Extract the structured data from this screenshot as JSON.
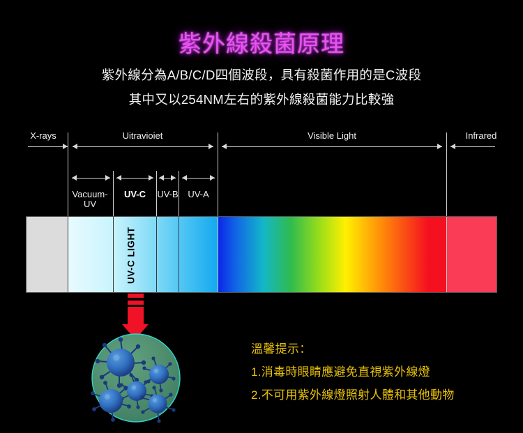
{
  "heading": {
    "title": "紫外線殺菌原理",
    "title_color": "#e754f0",
    "subtitle_line1": "紫外線分為A/B/C/D四個波段，具有殺菌作用的是C波段",
    "subtitle_line2": "其中又以254NM左右的紫外線殺菌能力比較強"
  },
  "spectrum": {
    "top_regions": [
      {
        "label": "X-rays"
      },
      {
        "label": "Uitravioiet"
      },
      {
        "label": "Visible Light"
      },
      {
        "label": "Infrared"
      }
    ],
    "uv_subbands": [
      {
        "label": "Vacuum-UV",
        "bold": false
      },
      {
        "label": "UV-C",
        "bold": true
      },
      {
        "label": "UV-B",
        "bold": false
      },
      {
        "label": "UV-A",
        "bold": false
      }
    ],
    "bar_label": "UV-C LIGHT",
    "bar_colors": {
      "xray": "#dcdcdc",
      "vacuum_uv_start": "#e8fbff",
      "vacuum_uv_end": "#c9f4fd",
      "uvc": "#7fd9f7",
      "uvb": "#55c8f4",
      "uva_end": "#14a9ee",
      "violet": "#0b24e8",
      "blue": "#1166e6",
      "cyan": "#13b7c8",
      "green": "#2fbb4f",
      "yellow_green": "#9ede18",
      "yellow": "#fff000",
      "orange": "#ff8a0a",
      "red": "#f5101f",
      "infrared": "#fa3c56"
    }
  },
  "illustration": {
    "arrow_color": "#f01226",
    "dish_color": "#4e8f6e",
    "dish_ring_color": "#2fd4c8",
    "virus_color": "#2d6fc4",
    "virus_count": 5
  },
  "warning": {
    "heading": "溫馨提示：",
    "items": [
      "1.消毒時眼睛應避免直視紫外線燈",
      "2.不可用紫外線燈照射人體和其他動物"
    ],
    "color": "#e8c20a"
  }
}
